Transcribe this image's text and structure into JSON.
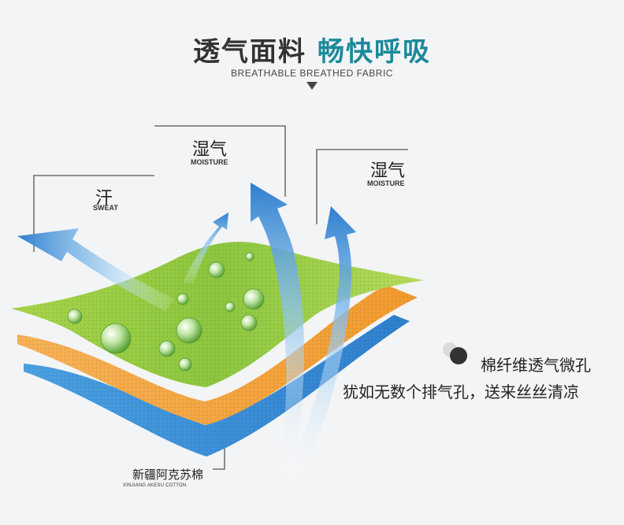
{
  "header": {
    "title_main": "透气面料",
    "title_accent": "畅快呼吸",
    "subtitle": "BREATHABLE BREATHED FABRIC"
  },
  "callouts": {
    "sweat": {
      "cn": "汗",
      "en": "SWEAT"
    },
    "moisture_left": {
      "cn": "湿气",
      "en": "MOISTURE"
    },
    "moisture_right": {
      "cn": "湿气",
      "en": "MOISTURE"
    }
  },
  "feature": {
    "line1": "棉纤维透气微孔",
    "line2": "犹如无数个排气孔，送来丝丝清凉"
  },
  "material": {
    "cn": "新疆阿克苏棉",
    "en": "XINJIANG AKESU COTTON"
  },
  "colors": {
    "background": "#f3f4f6",
    "accent_title": "#1b8a9a",
    "green_layer": "#8cc63f",
    "orange_layer": "#f4a340",
    "blue_layer": "#3c8fd6",
    "arrow_blue": "#2f7fce"
  }
}
